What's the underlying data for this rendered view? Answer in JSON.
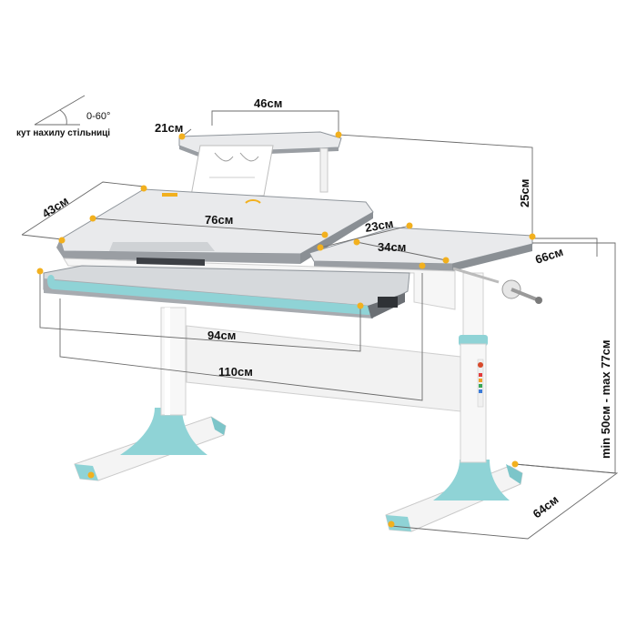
{
  "labels": {
    "angle": "0-60°",
    "angle_caption": "кут нахилу стільниці",
    "shelf_width": "46см",
    "shelf_depth": "21см",
    "shelf_height": "25см",
    "desk_depth": "43см",
    "main_top_width": "76см",
    "side_top_depth": "23см",
    "side_top_width": "34см",
    "overall_depth": "66см",
    "drawer_width": "94см",
    "overall_width": "110см",
    "height_range": "min 50см - max 77см",
    "base_depth": "64см"
  },
  "colors": {
    "accent_teal": "#8fd3d6",
    "marker_dot": "#f2b01e",
    "desk_gray": "#9a9ea3",
    "desk_top": "#e9eaec",
    "white_frame": "#f6f6f6"
  }
}
